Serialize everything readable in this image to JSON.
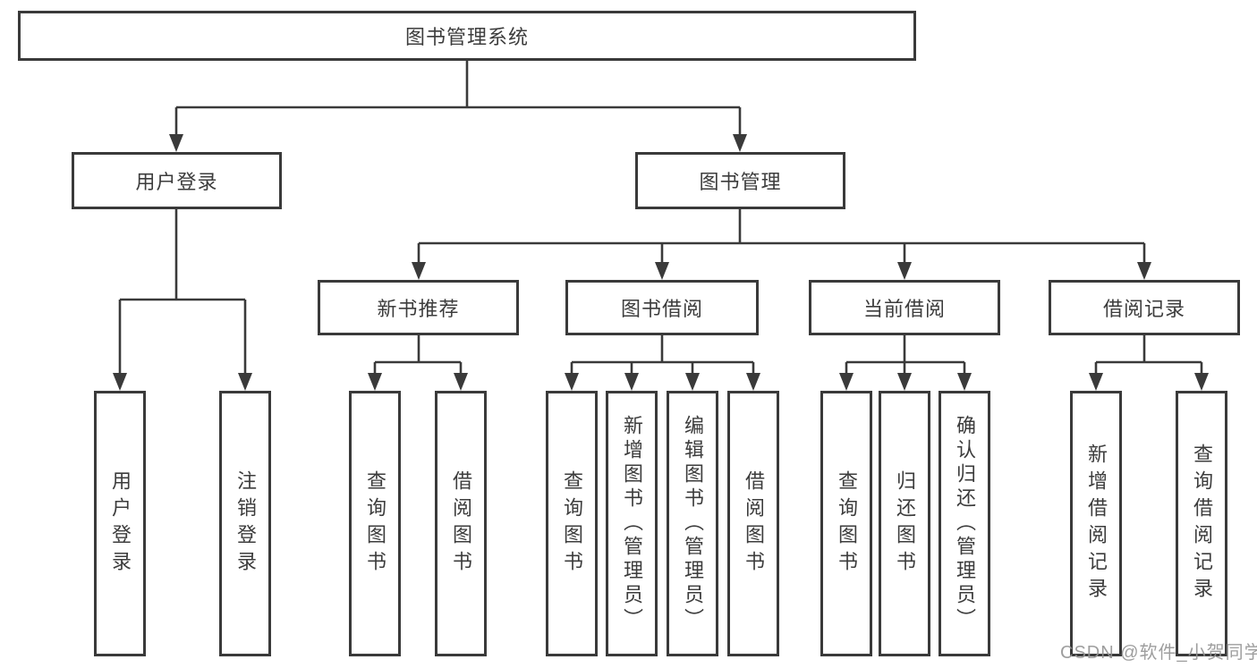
{
  "diagram_title": "图书管理系统",
  "nodes": {
    "root": {
      "label": "图书管理系统"
    },
    "user_login": {
      "label": "用户登录"
    },
    "book_management": {
      "label": "图书管理"
    },
    "new_book_recommend": {
      "label": "新书推荐"
    },
    "book_borrow": {
      "label": "图书借阅"
    },
    "current_borrow": {
      "label": "当前借阅"
    },
    "borrow_record": {
      "label": "借阅记录"
    },
    "ul_user_login": {
      "label": "用户登录"
    },
    "ul_logout": {
      "label": "注销登录"
    },
    "nb_query_book": {
      "label": "查询图书"
    },
    "nb_borrow_book": {
      "label": "借阅图书"
    },
    "bb_query_book": {
      "label": "查询图书"
    },
    "bb_add_book": {
      "label": "新增图书（管理员）"
    },
    "bb_edit_book": {
      "label": "编辑图书（管理员）"
    },
    "bb_borrow_book": {
      "label": "借阅图书"
    },
    "cb_query_book": {
      "label": "查询图书"
    },
    "cb_return_book": {
      "label": "归还图书"
    },
    "cb_confirm_return": {
      "label": "确认归还（管理员）"
    },
    "br_add_record": {
      "label": "新增借阅记录"
    },
    "br_query_record": {
      "label": "查询借阅记录"
    }
  },
  "structure": {
    "图书管理系统": [
      "用户登录",
      "图书管理"
    ],
    "用户登录": [
      "用户登录",
      "注销登录"
    ],
    "图书管理": [
      "新书推荐",
      "图书借阅",
      "当前借阅",
      "借阅记录"
    ],
    "新书推荐": [
      "查询图书",
      "借阅图书"
    ],
    "图书借阅": [
      "查询图书",
      "新增图书（管理员）",
      "编辑图书（管理员）",
      "借阅图书"
    ],
    "当前借阅": [
      "查询图书",
      "归还图书",
      "确认归还（管理员）"
    ],
    "借阅记录": [
      "新增借阅记录",
      "查询借阅记录"
    ]
  },
  "watermark": {
    "text": "CSDN @软件_小贺同学"
  },
  "colors": {
    "background": "#ffffff",
    "box_border": "#3a3a3a",
    "connector": "#3a3a3a",
    "text": "#3c3c3c",
    "watermark": "#949494"
  }
}
